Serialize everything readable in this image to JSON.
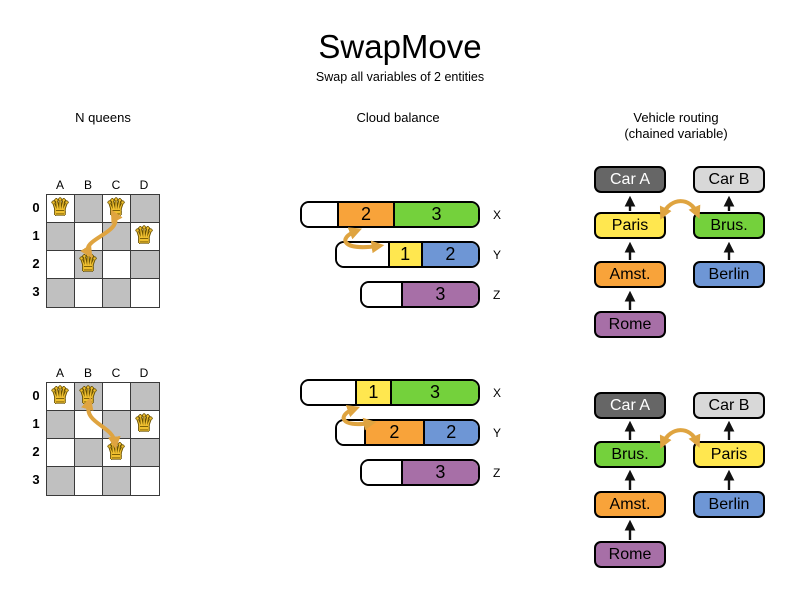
{
  "title": "SwapMove",
  "subtitle": "Swap all variables of 2 entities",
  "headers": {
    "nqueens": "N queens",
    "cloud": "Cloud balance",
    "vehicle_line1": "Vehicle routing",
    "vehicle_line2": "(chained variable)"
  },
  "nqueens": {
    "col_labels": [
      "A",
      "B",
      "C",
      "D"
    ],
    "row_labels": [
      "0",
      "1",
      "2",
      "3"
    ],
    "queen_glyph": "♛",
    "before_queens": [
      "A0",
      "C0",
      "D1",
      "B2"
    ],
    "after_queens": [
      "A0",
      "B0",
      "D1",
      "C2"
    ]
  },
  "cloud": {
    "row_labels": [
      "X",
      "Y",
      "Z"
    ],
    "before": {
      "x": [
        {
          "value": "2",
          "color": "orange"
        },
        {
          "value": "3",
          "color": "green"
        }
      ],
      "y": [
        {
          "value": "1",
          "color": "yellow"
        },
        {
          "value": "2",
          "color": "blue"
        }
      ],
      "z": [
        {
          "value": "3",
          "color": "purple"
        }
      ]
    },
    "after": {
      "x": [
        {
          "value": "1",
          "color": "yellow"
        },
        {
          "value": "3",
          "color": "green"
        }
      ],
      "y": [
        {
          "value": "2",
          "color": "orange"
        },
        {
          "value": "2",
          "color": "blue"
        }
      ],
      "z": [
        {
          "value": "3",
          "color": "purple"
        }
      ]
    }
  },
  "vehicle": {
    "before": {
      "car_a": "Car A",
      "car_b": "Car B",
      "chain_a": [
        "Paris",
        "Amst.",
        "Rome"
      ],
      "chain_b": [
        "Brus.",
        "Berlin"
      ]
    },
    "after": {
      "car_a": "Car A",
      "car_b": "Car B",
      "chain_a": [
        "Brus.",
        "Amst.",
        "Rome"
      ],
      "chain_b": [
        "Paris",
        "Berlin"
      ]
    }
  },
  "colors": {
    "orange": "#f8a33a",
    "green": "#74d13c",
    "yellow": "#ffe74f",
    "blue": "#6e96d5",
    "purple": "#a76fa7",
    "car_dark": "#666666",
    "car_light": "#d8d8d8",
    "board_gray": "#c0c0c0",
    "swap_arrow": "#dfa440",
    "queen_gold": "#f0c030"
  }
}
